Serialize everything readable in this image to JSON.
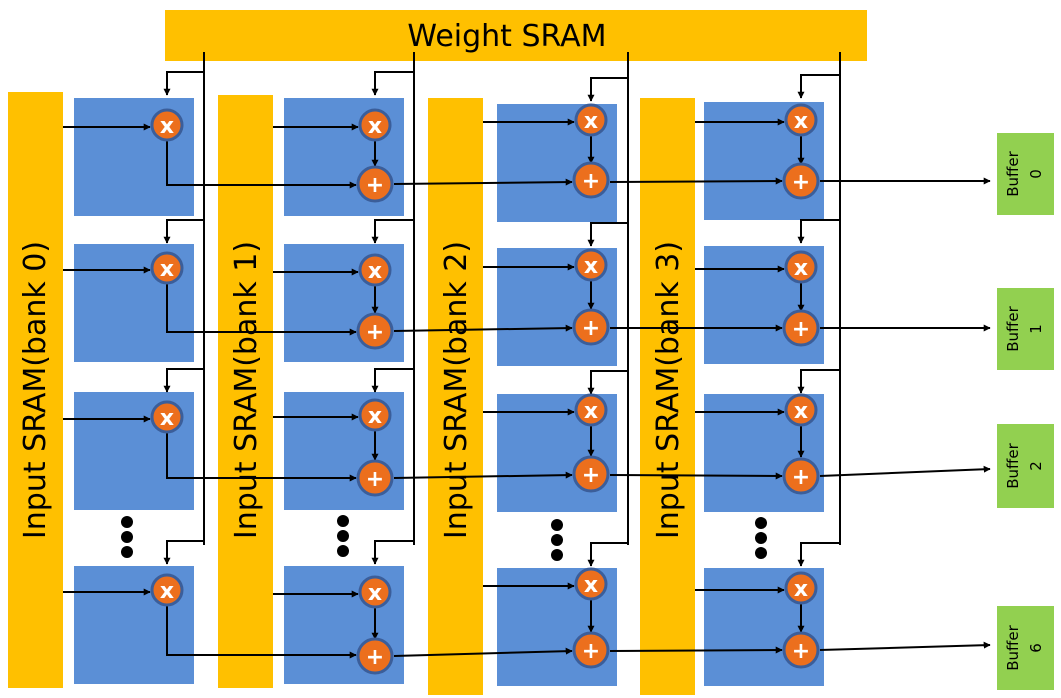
{
  "weight_sram": {
    "label": "Weight SRAM"
  },
  "input_banks": [
    {
      "label": "Input SRAM(bank 0)"
    },
    {
      "label": "Input SRAM(bank 1)"
    },
    {
      "label": "Input SRAM(bank 2)"
    },
    {
      "label": "Input SRAM(bank 3)"
    }
  ],
  "buffers": [
    {
      "word": "Buffer",
      "index": "0"
    },
    {
      "word": "Buffer",
      "index": "1"
    },
    {
      "word": "Buffer",
      "index": "2"
    },
    {
      "word": "Buffer",
      "index": "6"
    }
  ],
  "ops": {
    "multiply": "x",
    "add": "+"
  },
  "colors": {
    "sram": "#FFC000",
    "pe": "#5B8FD6",
    "op": "#EC6F1D",
    "op_border": "#3B5E9A",
    "buffer": "#92D050",
    "wire": "#000000"
  }
}
